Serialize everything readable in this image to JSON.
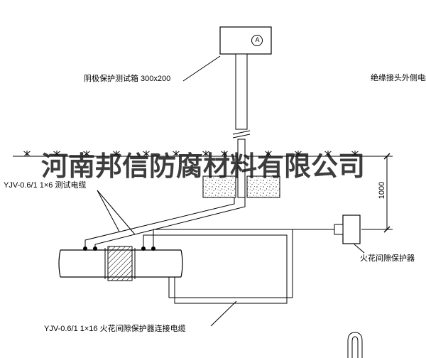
{
  "drawing": {
    "labels": {
      "test_box": "阴极保护测试箱 300x200",
      "insulated_joint_outer_cable": "绝缘接头外侧电缆",
      "test_cable": "YJV-0.6/1  1×6   测试电缆",
      "spark_gap_protector": "火花间隙保护器",
      "protector_cable": "YJV-0.6/1  1×16   火花间隙保护器连接电缆",
      "dimension_1000": "1000",
      "meter_letter": "A"
    },
    "watermark": {
      "text": "河南邦信防腐材料有限公司"
    },
    "colors": {
      "line": "#000000",
      "watermark": "#1c1c1c",
      "background": "#ffffff"
    }
  }
}
